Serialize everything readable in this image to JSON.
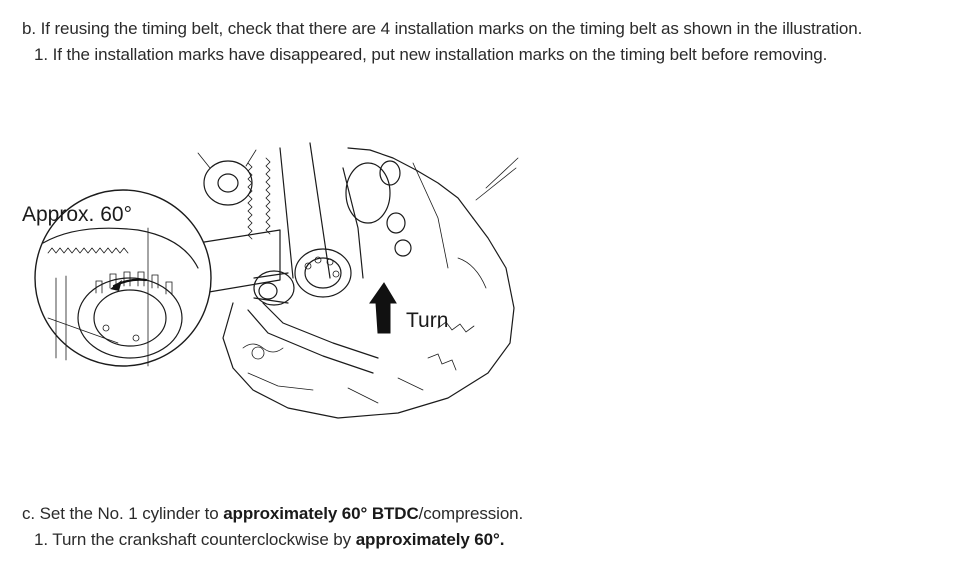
{
  "steps": {
    "b": {
      "text": "b. If reusing the timing belt, check that there are 4 installation marks on the timing belt as shown in the illustration.",
      "sub1": "1. If the installation marks have disappeared, put new installation marks on the timing belt before removing."
    },
    "c": {
      "pre": "c. Set the No. 1 cylinder to ",
      "bold": "approximately 60° BTDC",
      "post": "/compression.",
      "sub1_pre": "1. Turn the crankshaft counterclockwise by ",
      "sub1_bold": "approximately 60°."
    }
  },
  "illustration": {
    "callout_angle": "Approx. 60°",
    "callout_turn": "Turn"
  }
}
